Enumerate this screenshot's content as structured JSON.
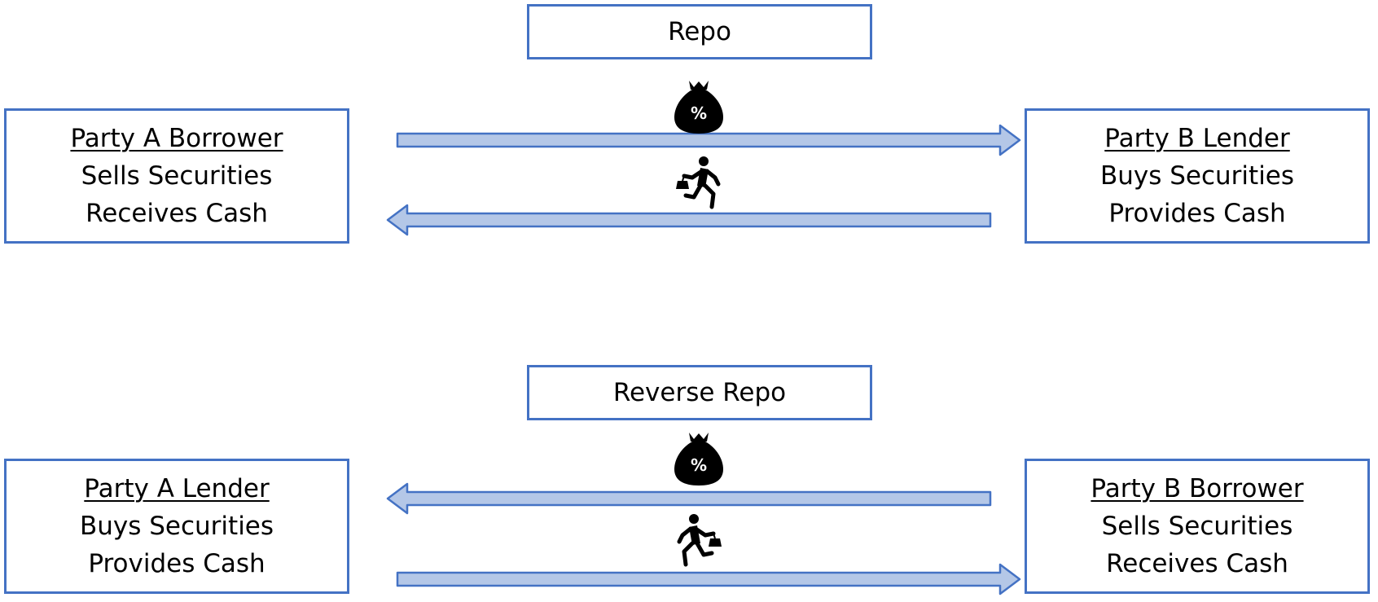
{
  "colors": {
    "border": "#4472c4",
    "arrow_fill": "#b4c7e7",
    "arrow_stroke": "#4472c4",
    "icon": "#000000"
  },
  "repo": {
    "title": "Repo",
    "left_party": {
      "name": "Party A Borrower",
      "line1": "Sells Securities",
      "line2": "Receives Cash"
    },
    "right_party": {
      "name": "Party B Lender",
      "line1": "Buys Securities",
      "line2": "Provides Cash"
    },
    "flows": [
      {
        "icon": "money-bag-icon",
        "direction": "right"
      },
      {
        "icon": "running-person-with-bag-icon",
        "direction": "left"
      }
    ]
  },
  "reverse_repo": {
    "title": "Reverse Repo",
    "left_party": {
      "name": "Party A Lender",
      "line1": "Buys Securities",
      "line2": "Provides Cash"
    },
    "right_party": {
      "name": "Party B Borrower",
      "line1": "Sells Securities",
      "line2": "Receives Cash"
    },
    "flows": [
      {
        "icon": "money-bag-icon",
        "direction": "left"
      },
      {
        "icon": "running-person-with-bag-icon",
        "direction": "right"
      }
    ]
  }
}
